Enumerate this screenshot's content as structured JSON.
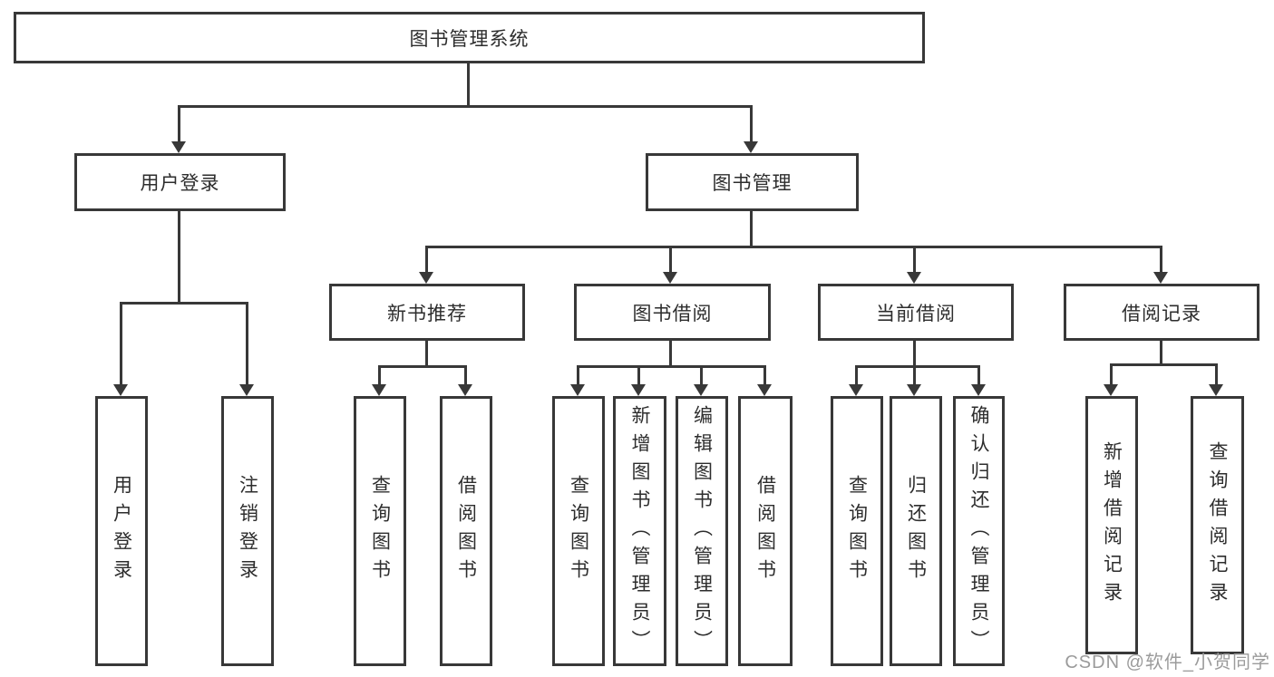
{
  "diagram": {
    "title": "图书管理系统",
    "level2": [
      {
        "label": "用户登录"
      },
      {
        "label": "图书管理"
      }
    ],
    "level3": [
      {
        "label": "新书推荐"
      },
      {
        "label": "图书借阅"
      },
      {
        "label": "当前借阅"
      },
      {
        "label": "借阅记录"
      }
    ],
    "level4": [
      {
        "label": "用户登录"
      },
      {
        "label": "注销登录"
      },
      {
        "label": "查询图书"
      },
      {
        "label": "借阅图书"
      },
      {
        "label": "查询图书"
      },
      {
        "label": "新增图书（管理员）"
      },
      {
        "label": "编辑图书（管理员）"
      },
      {
        "label": "借阅图书"
      },
      {
        "label": "查询图书"
      },
      {
        "label": "归还图书"
      },
      {
        "label": "确认归还（管理员）"
      },
      {
        "label": "新增借阅记录"
      },
      {
        "label": "查询借阅记录"
      }
    ]
  },
  "watermark": {
    "text": "CSDN @软件_小贺同学",
    "color": "#9b9b9b"
  },
  "colors": {
    "line": "#383838",
    "box_border": "#383838",
    "text": "#2d2d2d",
    "background": "#ffffff"
  }
}
